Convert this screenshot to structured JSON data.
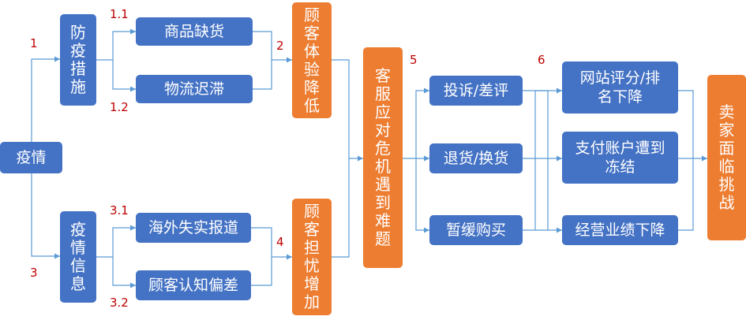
{
  "colors": {
    "blue": "#4472c4",
    "orange": "#ed7d31",
    "connector": "#5b9bd5",
    "label": "#c00000"
  },
  "nodes": {
    "epidemic": "疫情",
    "prevention": "防疫措施",
    "epidemic_info": "疫情信息",
    "out_of_stock": "商品缺货",
    "logistics_delay": "物流迟滞",
    "false_reports": "海外失实报道",
    "customer_bias": "顾客认知偏差",
    "experience_drop": "顾客体验降低",
    "concern_rise": "顾客担忧增加",
    "cs_crisis": "客服应对危机遇到难题",
    "complaints": "投诉/差评",
    "returns": "退货/换货",
    "postpone": "暂缓购买",
    "site_rating": "网站评分/排名下降",
    "account_frozen": "支付账户遭到冻结",
    "performance_drop": "经营业绩下降",
    "seller_challenge": "卖家面临挑战"
  },
  "step_labels": {
    "s1": "1",
    "s1_1": "1.1",
    "s1_2": "1.2",
    "s2": "2",
    "s3": "3",
    "s3_1": "3.1",
    "s3_2": "3.2",
    "s4": "4",
    "s5": "5",
    "s6": "6"
  }
}
